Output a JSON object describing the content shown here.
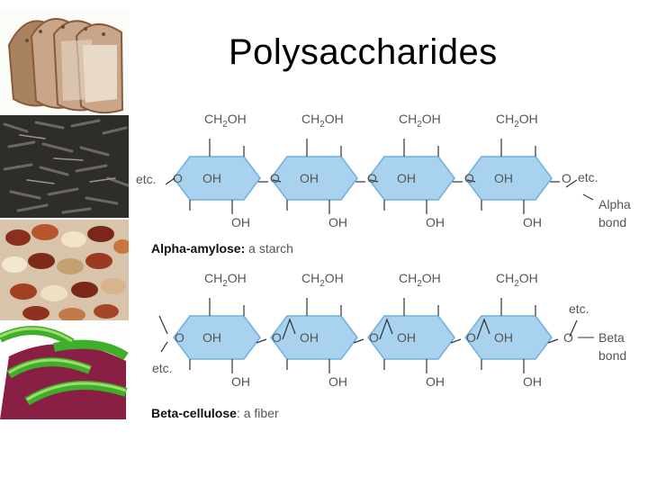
{
  "slide": {
    "title": "Polysaccharides"
  },
  "images": [
    {
      "name": "bread-photo",
      "subject": "sliced wholegrain bread"
    },
    {
      "name": "wild-rice-photo",
      "subject": "wild rice grains"
    },
    {
      "name": "beans-photo",
      "subject": "mixed dried beans"
    },
    {
      "name": "peppers-photo",
      "subject": "sliced green peppers and red cabbage"
    }
  ],
  "alpha": {
    "ch2oh": "CH2OH",
    "oh": "OH",
    "o": "O",
    "etc_left": "etc.",
    "etc_right": "etc.",
    "bond_word1": "Alpha",
    "bond_word2": "bond",
    "caption_bold": "Alpha-amylose:",
    "caption_rest": " a starch"
  },
  "beta": {
    "ch2oh": "CH2OH",
    "oh": "OH",
    "o": "O",
    "etc_left": "etc.",
    "etc_right": "etc.",
    "bond_word1": "Beta",
    "bond_word2": "bond",
    "caption_bold": "Beta-cellulose",
    "caption_rest": ": a fiber"
  },
  "colors": {
    "ring_fill": "#a9d2ee",
    "ring_edge": "#6fb0de",
    "line": "#333333"
  }
}
